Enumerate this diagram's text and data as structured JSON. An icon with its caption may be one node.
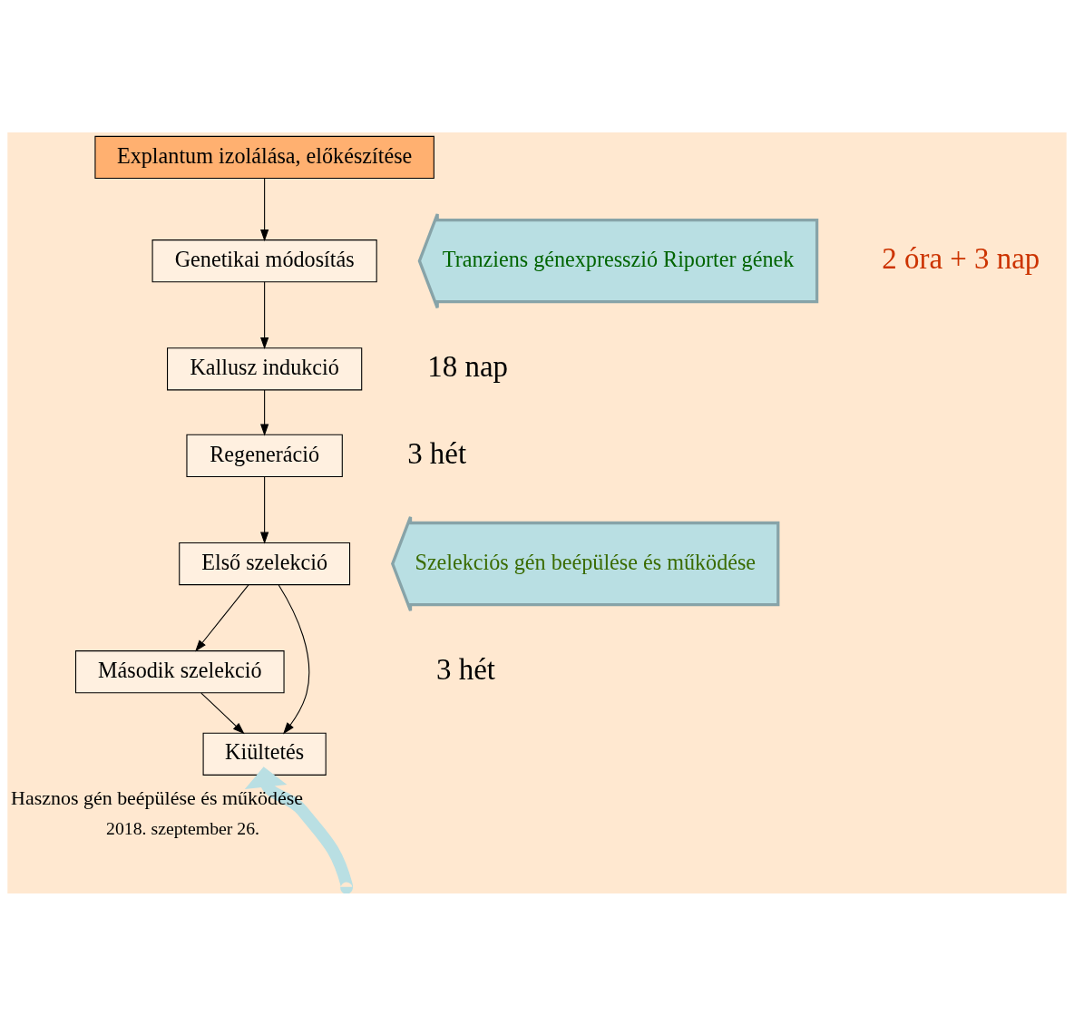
{
  "diagram": {
    "nodes": [
      {
        "text": [
          "Explantum izolálása, előkészítése"
        ]
      },
      {
        "text": [
          "Genetikai módosítás"
        ]
      },
      {
        "text": [
          "Kallusz indukció"
        ]
      },
      {
        "text": [
          "Regeneráció"
        ]
      },
      {
        "text": [
          "Első szelekció"
        ]
      },
      {
        "text": [
          "Második szelekció"
        ]
      },
      {
        "text": [
          "Kiültetés"
        ]
      },
      {
        "text": [
          "Tranziens génexpresszió Riporter gének"
        ]
      },
      {
        "text": [
          "Szelekciós gén beépülése és működése"
        ]
      }
    ],
    "edges": [
      {
        "from": 0,
        "to": 1,
        "arrow": "to"
      },
      {
        "from": 1,
        "to": 2,
        "arrow": "to"
      },
      {
        "from": 2,
        "to": 3,
        "arrow": "to"
      },
      {
        "from": 3,
        "to": 4,
        "arrow": "to"
      },
      {
        "from": 4,
        "to": 5,
        "arrow": "to"
      },
      {
        "from": 5,
        "to": 6,
        "arrow": "to"
      },
      {
        "from": 4,
        "to": 6,
        "arrow": "to"
      },
      {
        "from": null,
        "to": 6,
        "arrow": "to",
        "style": "thick",
        "color": "#b9dfe3",
        "label": "Hasznos gén beépülése és működése"
      }
    ],
    "labels": [
      "2 óra + 3 nap",
      "18 nap",
      "3 hét",
      "3 hét",
      "2018. szeptember 26."
    ]
  }
}
